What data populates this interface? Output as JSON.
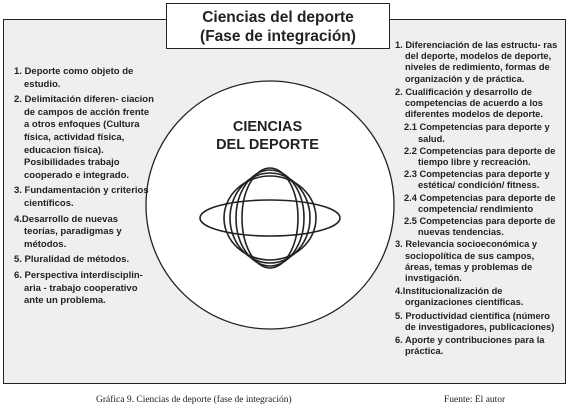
{
  "title": {
    "line1": "Ciencias del deporte",
    "line2": "(Fase de integración)"
  },
  "center_label": {
    "line1": "CIENCIAS",
    "line2": "DEL DEPORTE"
  },
  "left_items": [
    "1. Deporte como objeto de estudio.",
    "2. Delimitación diferen- ciacion de campos de acción frente a otros enfoques (Cultura física, actividad física, educacion física). Posibilidades trabajo cooperado e integrado.",
    "3. Fundamentación y criterios científicos.",
    "4.Desarrollo de nuevas teorías, paradigmas y métodos.",
    "5. Pluralidad de métodos.",
    "6. Perspectiva interdisciplin- aria - trabajo cooperativo ante un problema."
  ],
  "right_items": {
    "item1": "1. Diferenciación de las estructu- ras del deporte, modelos de deporte, niveles de redimiento, formas de organización y de práctica.",
    "item2": "2. Cualificación y desarrollo de competencias de acuerdo a los diferentes modelos de deporte.",
    "sub": [
      "2.1 Competencias para deporte y salud.",
      "2.2 Competencias para deporte de tiempo libre y recreación.",
      "2.3 Competencias para deporte y estética/ condición/ fitness.",
      "2.4 Competencias para deporte de competencia/ rendimiento",
      "2.5 Competencias para deporte de nuevas tendencias."
    ],
    "rest": [
      "3. Relevancia socioeconómica y sociopolítica de sus campos, áreas, temas y problemas de invstigación.",
      "4.Institucionalización de organizaciones científicas.",
      "5. Productividad científica (número de investigadores, publicaciones)",
      "6. Aporte y contribuciones para la práctica."
    ]
  },
  "caption": {
    "left": "Gráfica 9. Ciencias de deporte (fase de integración)",
    "right": "Fuente: El autor"
  },
  "colors": {
    "background": "#efefef",
    "stroke": "#222222"
  }
}
